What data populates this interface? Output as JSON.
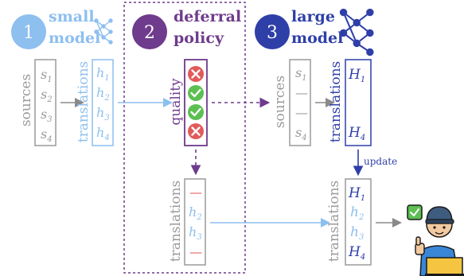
{
  "colors": {
    "step1": "#8dbfef",
    "step2": "#6f3b8c",
    "step3": "#2e3fa8",
    "gray": "#9a9a9a",
    "red": "#e25a5a",
    "green": "#5cbf52"
  },
  "steps": [
    {
      "number": "1",
      "title_line1": "small",
      "title_line2": "model",
      "icon": "neural-network-icon"
    },
    {
      "number": "2",
      "title_line1": "deferral",
      "title_line2": "policy"
    },
    {
      "number": "3",
      "title_line1": "large",
      "title_line2": "model",
      "icon": "neural-network-icon"
    }
  ],
  "labels": {
    "sources": "sources",
    "translations": "translations",
    "quality": "quality",
    "update": "update"
  },
  "small_sources": [
    "s1",
    "s2",
    "s3",
    "s4"
  ],
  "small_translations": [
    "h1",
    "h2",
    "h3",
    "h4"
  ],
  "quality_marks": [
    "reject",
    "accept",
    "accept",
    "reject"
  ],
  "large_sources": [
    "s1",
    "—",
    "—",
    "s4"
  ],
  "large_translations": [
    "H1",
    "H4"
  ],
  "deferred_translations": [
    "—",
    "h2",
    "h3",
    "—"
  ],
  "final_translations": [
    "H1",
    "h2",
    "h3",
    "H4"
  ],
  "user_icon": "person-with-checkmark-icon"
}
